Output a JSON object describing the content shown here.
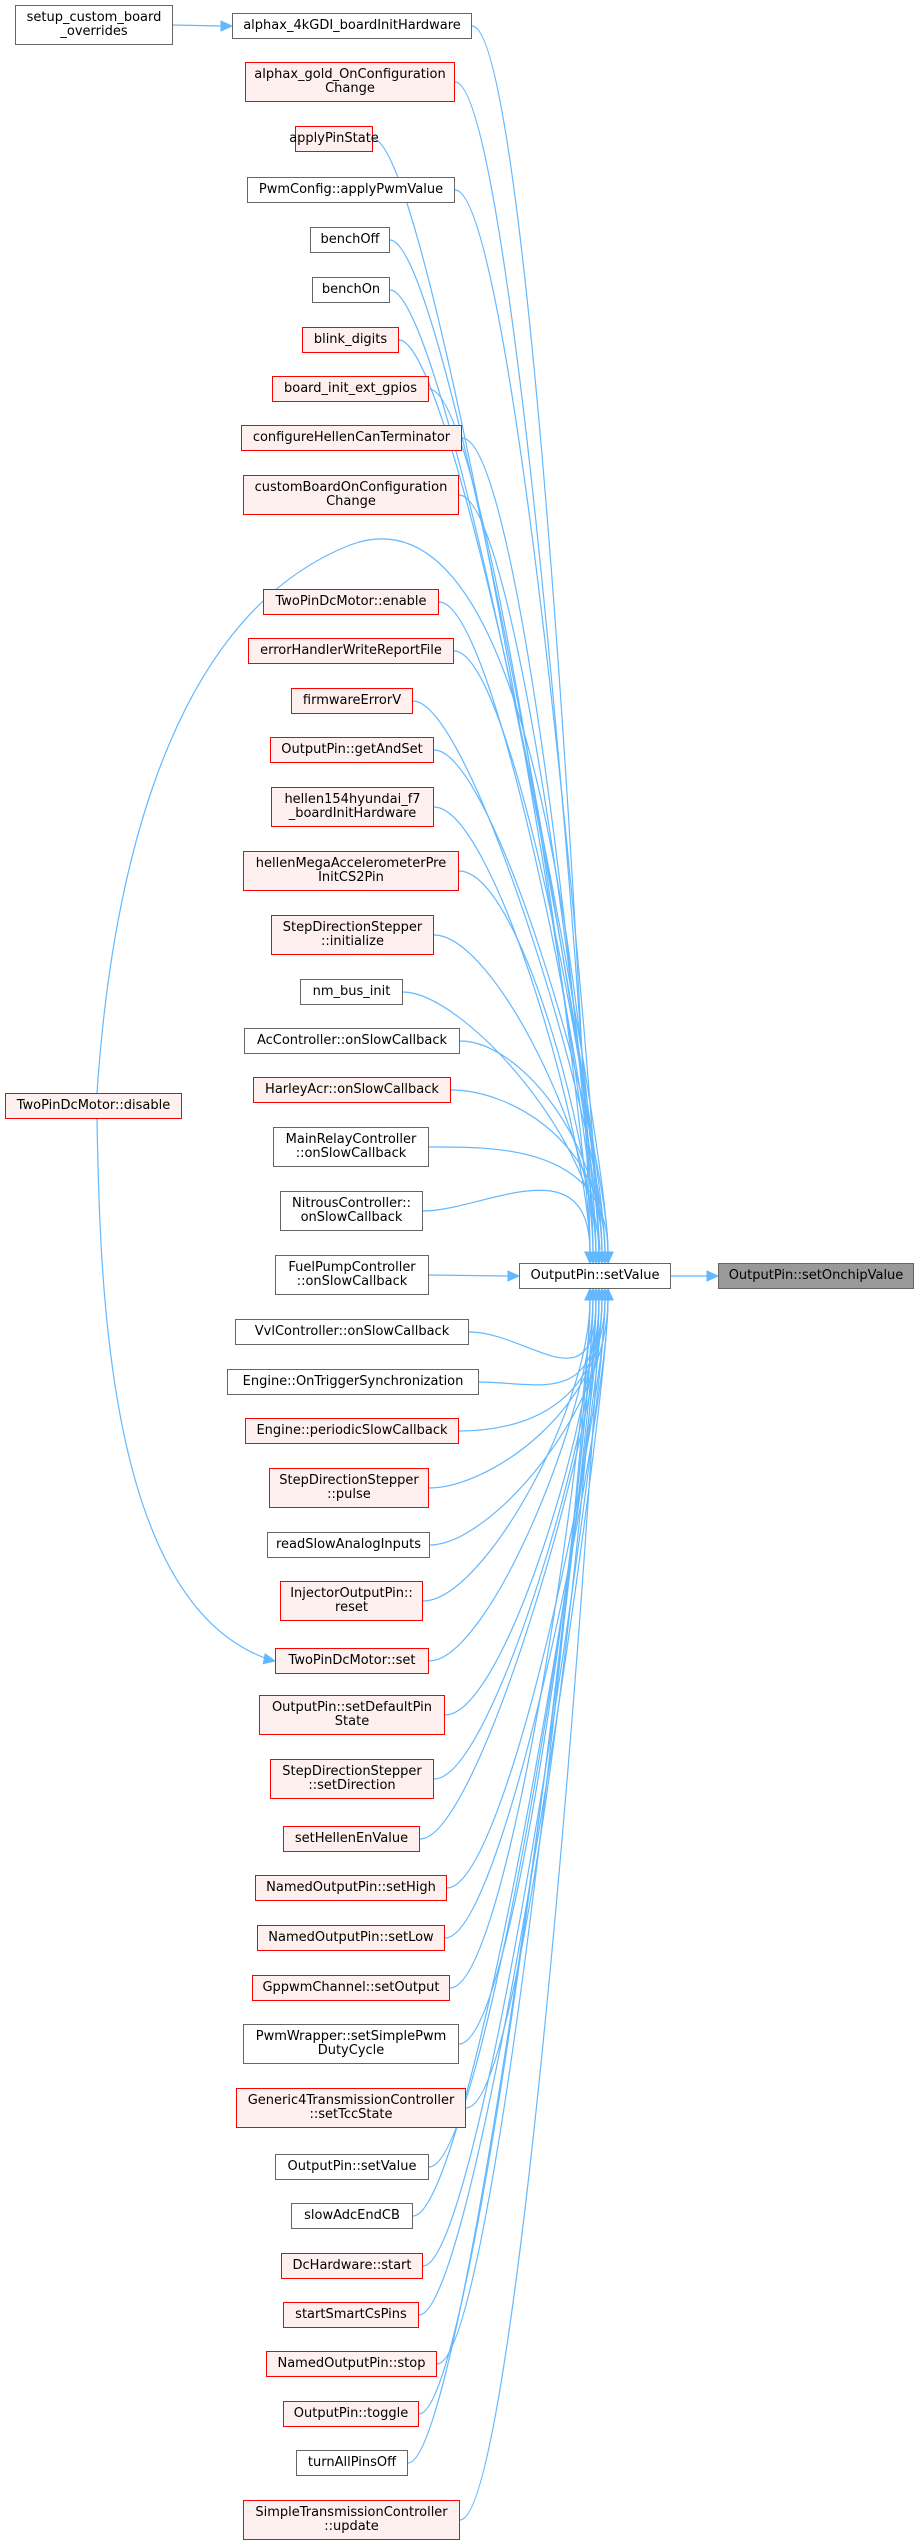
{
  "graph": {
    "edge_color": "#63b8ff",
    "target": {
      "label": "OutputPin::setOnchipValue"
    },
    "center": {
      "label": "OutputPin::setValue"
    },
    "extra": [
      {
        "id": "setup",
        "label": "setup_custom_board\n_overrides",
        "style": "plain"
      },
      {
        "id": "disable",
        "label": "TwoPinDcMotor::disable",
        "style": "red"
      }
    ],
    "callers": [
      {
        "label": "alphax_4kGDI_boardInitHardware",
        "style": "plain"
      },
      {
        "label": "alphax_gold_OnConfiguration\nChange",
        "style": "red"
      },
      {
        "label": "applyPinState",
        "style": "red"
      },
      {
        "label": "PwmConfig::applyPwmValue",
        "style": "plain"
      },
      {
        "label": "benchOff",
        "style": "plain"
      },
      {
        "label": "benchOn",
        "style": "plain"
      },
      {
        "label": "blink_digits",
        "style": "red"
      },
      {
        "label": "board_init_ext_gpios",
        "style": "red"
      },
      {
        "label": "configureHellenCanTerminator",
        "style": "red"
      },
      {
        "label": "customBoardOnConfiguration\nChange",
        "style": "red"
      },
      {
        "label": "TwoPinDcMotor::enable",
        "style": "red"
      },
      {
        "label": "errorHandlerWriteReportFile",
        "style": "red"
      },
      {
        "label": "firmwareErrorV",
        "style": "red"
      },
      {
        "label": "OutputPin::getAndSet",
        "style": "red"
      },
      {
        "label": "hellen154hyundai_f7\n_boardInitHardware",
        "style": "red"
      },
      {
        "label": "hellenMegaAccelerometerPre\nInitCS2Pin",
        "style": "red"
      },
      {
        "label": "StepDirectionStepper\n::initialize",
        "style": "red"
      },
      {
        "label": "nm_bus_init",
        "style": "plain"
      },
      {
        "label": "AcController::onSlowCallback",
        "style": "plain"
      },
      {
        "label": "HarleyAcr::onSlowCallback",
        "style": "red"
      },
      {
        "label": "MainRelayController\n::onSlowCallback",
        "style": "plain"
      },
      {
        "label": "NitrousController::\nonSlowCallback",
        "style": "plain"
      },
      {
        "label": "FuelPumpController\n::onSlowCallback",
        "style": "plain"
      },
      {
        "label": "VvlController::onSlowCallback",
        "style": "plain"
      },
      {
        "label": "Engine::OnTriggerSynchronization",
        "style": "plain"
      },
      {
        "label": "Engine::periodicSlowCallback",
        "style": "red"
      },
      {
        "label": "StepDirectionStepper\n::pulse",
        "style": "red"
      },
      {
        "label": "readSlowAnalogInputs",
        "style": "plain"
      },
      {
        "label": "InjectorOutputPin::\nreset",
        "style": "red"
      },
      {
        "label": "TwoPinDcMotor::set",
        "style": "red"
      },
      {
        "label": "OutputPin::setDefaultPin\nState",
        "style": "red"
      },
      {
        "label": "StepDirectionStepper\n::setDirection",
        "style": "red"
      },
      {
        "label": "setHellenEnValue",
        "style": "red"
      },
      {
        "label": "NamedOutputPin::setHigh",
        "style": "red"
      },
      {
        "label": "NamedOutputPin::setLow",
        "style": "red"
      },
      {
        "label": "GppwmChannel::setOutput",
        "style": "red"
      },
      {
        "label": "PwmWrapper::setSimplePwm\nDutyCycle",
        "style": "plain"
      },
      {
        "label": "Generic4TransmissionController\n::setTccState",
        "style": "red"
      },
      {
        "label": "OutputPin::setValue",
        "style": "plain"
      },
      {
        "label": "slowAdcEndCB",
        "style": "plain"
      },
      {
        "label": "DcHardware::start",
        "style": "red"
      },
      {
        "label": "startSmartCsPins",
        "style": "red"
      },
      {
        "label": "NamedOutputPin::stop",
        "style": "red"
      },
      {
        "label": "OutputPin::toggle",
        "style": "red"
      },
      {
        "label": "turnAllPinsOff",
        "style": "plain"
      },
      {
        "label": "SimpleTransmissionController\n::update",
        "style": "red"
      }
    ]
  }
}
